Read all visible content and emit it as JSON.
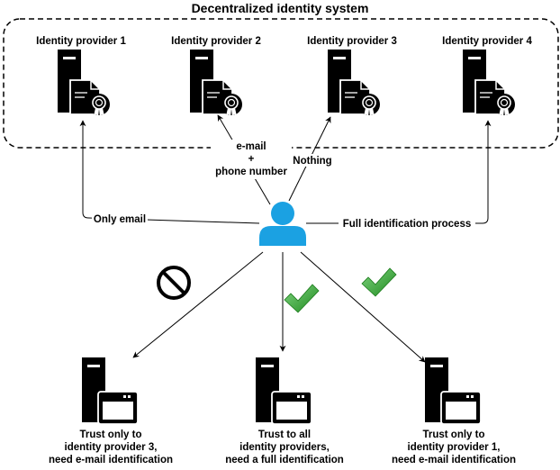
{
  "title": "Decentralized identity system",
  "providers": [
    {
      "label": "Identity provider 1"
    },
    {
      "label": "Identity provider 2"
    },
    {
      "label": "Identity provider 3"
    },
    {
      "label": "Identity provider 4"
    }
  ],
  "edges": {
    "to_provider1": "Only email",
    "to_provider2_line1": "e-mail",
    "to_provider2_line2": "+",
    "to_provider2_line3": "phone number",
    "to_provider3": "Nothing",
    "to_provider4": "Full identification process"
  },
  "services": [
    {
      "line1": "Trust only to",
      "line2": "identity provider 3,",
      "line3": "need e-mail identification",
      "status": "rejected"
    },
    {
      "line1": "Trust to all",
      "line2": "identity providers,",
      "line3": "need a full identification",
      "status": "accepted"
    },
    {
      "line1": "Trust only to",
      "line2": "identity provider 1,",
      "line3": "need e-mail identification",
      "status": "accepted"
    }
  ],
  "icons": {
    "provider": "server-certificate-icon",
    "user": "user-icon",
    "service": "server-window-icon",
    "rejected": "no-entry-icon",
    "accepted": "check-icon"
  },
  "colors": {
    "user": "#1ba1e2",
    "check": "#2e9e2e",
    "line": "#000000"
  }
}
